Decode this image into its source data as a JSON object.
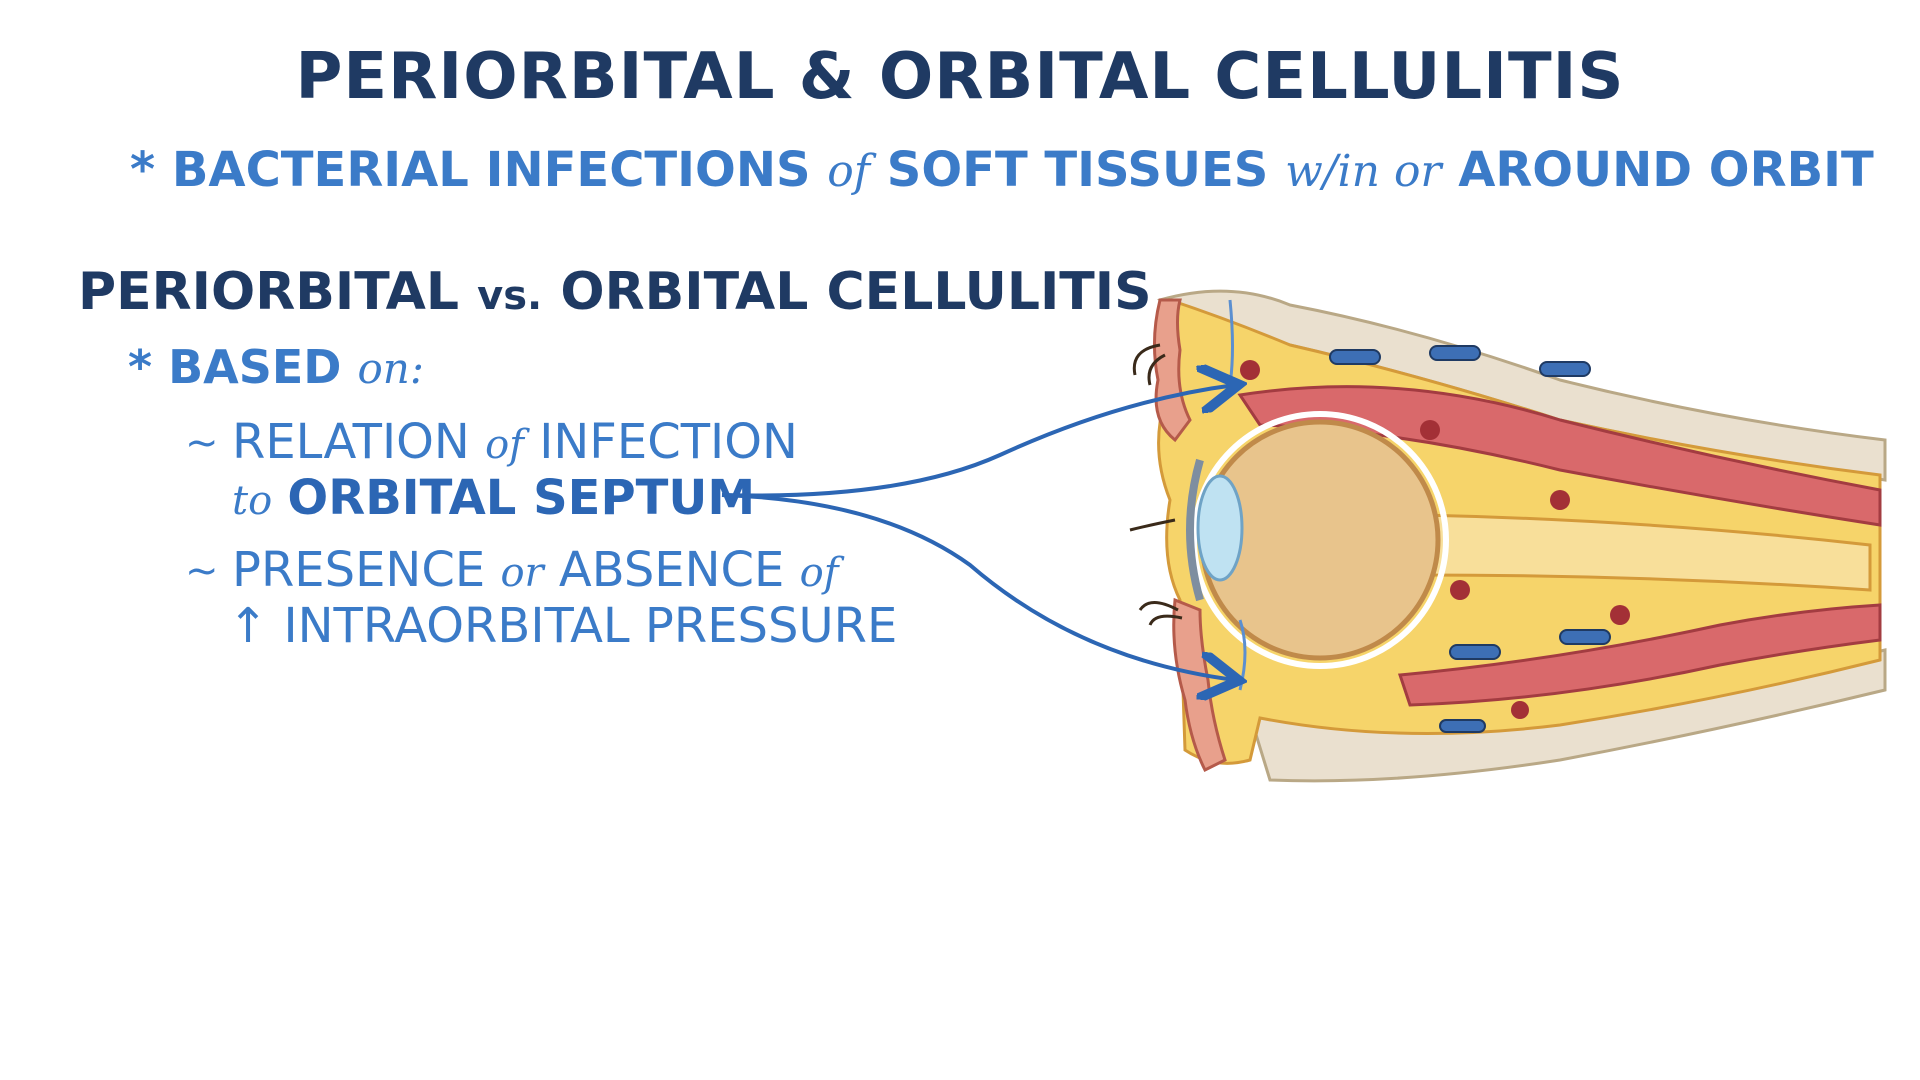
{
  "title": "PERIORBITAL & ORBITAL CELLULITIS",
  "subtitle": {
    "bullet": "*",
    "part1": "BACTERIAL INFECTIONS",
    "part2": "of",
    "part3": "SOFT TISSUES",
    "part4": "w/in or",
    "part5": "AROUND ORBIT"
  },
  "heading": {
    "part1": "PERIORBITAL",
    "part2": "vs.",
    "part3": "ORBITAL CELLULITIS"
  },
  "based": {
    "bullet": "*",
    "label": "BASED",
    "suffix": "on:"
  },
  "criteria": [
    {
      "marker": "~",
      "line1_a": "RELATION",
      "line1_b": "of",
      "line1_c": "INFECTION",
      "line2_a": "to",
      "line2_b": "ORBITAL SEPTUM"
    },
    {
      "marker": "~",
      "line1_a": "PRESENCE",
      "line1_b": "or",
      "line1_c": "ABSENCE",
      "line1_d": "of",
      "line2_arrow": "↑",
      "line2_a": "INTRAORBITAL PRESSURE"
    }
  ],
  "colors": {
    "title": "#1f3a63",
    "accent": "#3b7bc8",
    "fat": "#f6d46a",
    "muscle": "#d9696b",
    "bone": "#eae0cf",
    "globe": "#e8c48c",
    "vessel_blue": "#3d6fb5",
    "vessel_red": "#a33036"
  }
}
